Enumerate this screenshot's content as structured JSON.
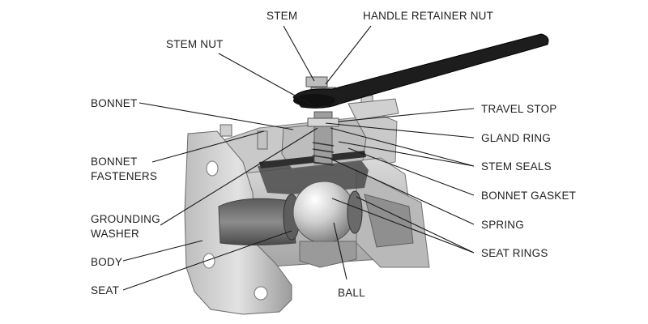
{
  "labels": {
    "stem": "STEM",
    "handle_retainer_nut": "HANDLE RETAINER NUT",
    "stem_nut": "STEM NUT",
    "bonnet": "BONNET",
    "bonnet_fasteners_1": "BONNET",
    "bonnet_fasteners_2": "FASTENERS",
    "grounding_washer_1": "GROUNDING",
    "grounding_washer_2": "WASHER",
    "body": "BODY",
    "seat": "SEAT",
    "ball": "BALL",
    "travel_stop": "TRAVEL STOP",
    "gland_ring": "GLAND RING",
    "stem_seals": "STEM SEALS",
    "bonnet_gasket": "BONNET GASKET",
    "spring": "SPRING",
    "seat_rings": "SEAT RINGS"
  },
  "colors": {
    "leader": "#1a1a1a",
    "handle": "#1c1c1c",
    "metal_light": "#d4d4d4",
    "metal_mid": "#a8a8a8",
    "metal_dark": "#6e6e6e",
    "cavity": "#3a3a3a"
  }
}
